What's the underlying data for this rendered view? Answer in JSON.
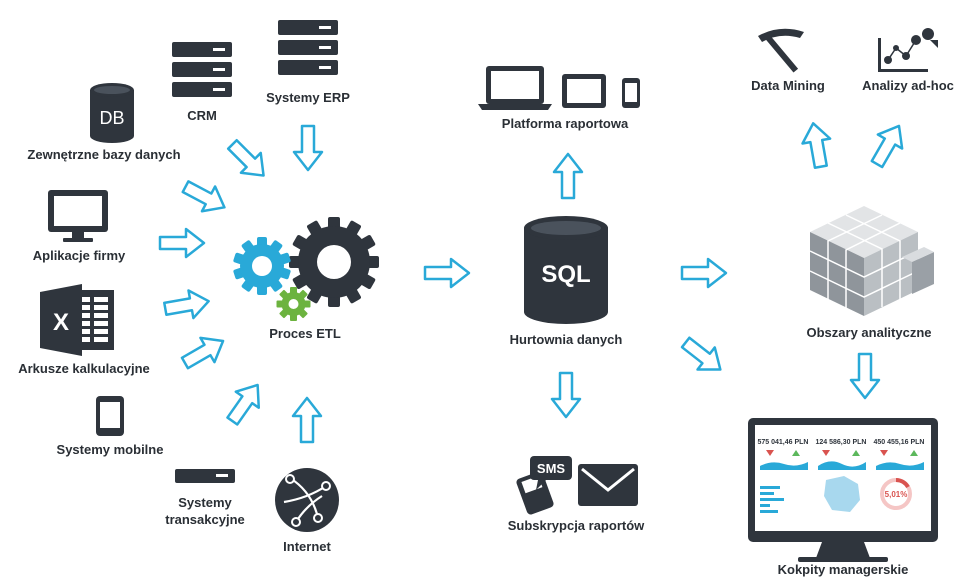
{
  "sources": {
    "external_db": "Zewnętrzne bazy danych",
    "db_icon_text": "DB",
    "crm": "CRM",
    "erp": "Systemy ERP",
    "company_apps": "Aplikacje firmy",
    "spreadsheets": "Arkusze kalkulacyjne",
    "excel_icon_text": "X",
    "mobile": "Systemy mobilne",
    "transactional_line1": "Systemy",
    "transactional_line2": "transakcyjne",
    "internet": "Internet"
  },
  "etl": {
    "label": "Proces ETL"
  },
  "warehouse": {
    "label": "Hurtownia danych",
    "icon_text": "SQL"
  },
  "reporting_platform": {
    "label": "Platforma raportowa"
  },
  "subscription": {
    "label": "Subskrypcja raportów",
    "sms_text": "SMS"
  },
  "analytics": {
    "areas_label": "Obszary analityczne",
    "data_mining": "Data Mining",
    "adhoc": "Analizy ad-hoc"
  },
  "dashboards": {
    "label": "Kokpity managerskie",
    "kpi_1": "575 041,46 PLN",
    "kpi_2": "124 586,30 PLN",
    "kpi_3": "450 455,16 PLN",
    "gauge_value": "5,01%"
  },
  "colors": {
    "arrow": "#29a9d8",
    "dark_icon": "#2f353d",
    "gear_blue": "#29a9d8",
    "gear_green": "#6cb33f",
    "kpi_red": "#d9534f",
    "kpi_green": "#5cb85c"
  }
}
